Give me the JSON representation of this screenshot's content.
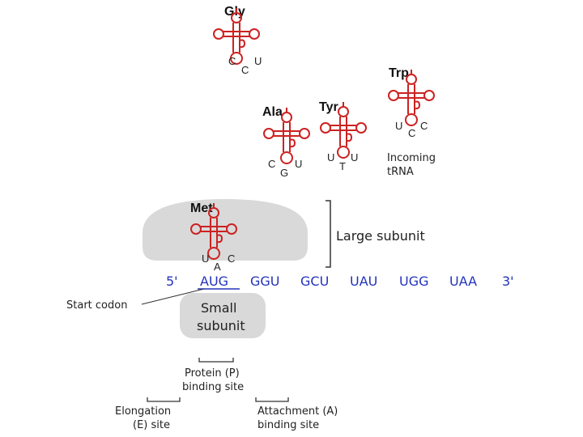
{
  "colors": {
    "trna": "#cc2222",
    "mrna": "#2233bb",
    "subunit": "#d9d9d9",
    "text": "#222222"
  },
  "trnas": [
    {
      "amino_acid": "Gly",
      "anticodon": [
        "C",
        "C",
        "U"
      ]
    },
    {
      "amino_acid": "Ala",
      "anticodon": [
        "C",
        "G",
        "U"
      ]
    },
    {
      "amino_acid": "Tyr",
      "anticodon": [
        "U",
        "T",
        "U"
      ]
    },
    {
      "amino_acid": "Trp",
      "anticodon": [
        "U",
        "C",
        "C"
      ]
    },
    {
      "amino_acid": "Met",
      "anticodon": [
        "U",
        "A",
        "C"
      ]
    }
  ],
  "labels": {
    "incoming_line1": "Incoming",
    "incoming_line2": "tRNA",
    "large_subunit": "Large subunit",
    "small_subunit_line1": "Small",
    "small_subunit_line2": "subunit",
    "start_codon": "Start codon",
    "p_site_line1": "Protein (P)",
    "p_site_line2": "binding site",
    "e_site_line1": "Elongation",
    "e_site_line2": "(E) site",
    "a_site_line1": "Attachment (A)",
    "a_site_line2": "binding site"
  },
  "mrna": {
    "five_prime": "5'",
    "codons": [
      "AUG",
      "GGU",
      "GCU",
      "UAU",
      "UGG",
      "UAA"
    ],
    "three_prime": "3'"
  }
}
